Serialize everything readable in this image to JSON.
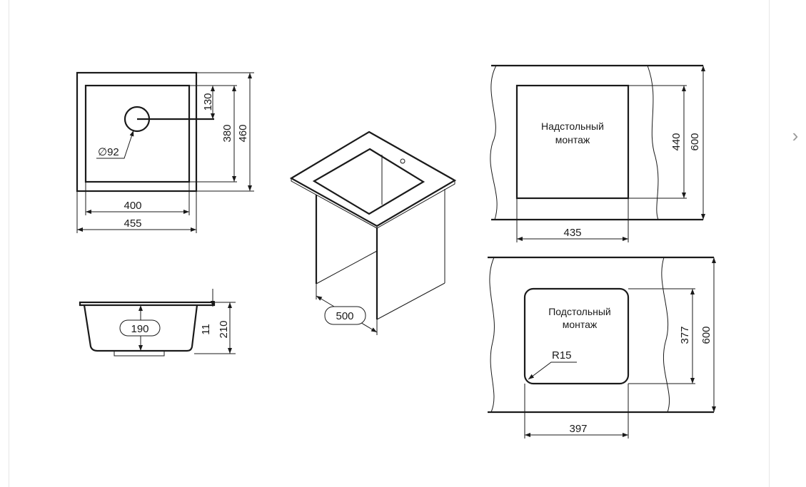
{
  "gallery": {
    "next_icon": "chevron-right-icon",
    "next_glyph": "›"
  },
  "top_view": {
    "hole_diameter": "∅92",
    "dim_hole_offset": "130",
    "dim_inner_depth": "380",
    "dim_outer_depth": "460",
    "dim_inner_width": "400",
    "dim_outer_width": "455"
  },
  "side_view": {
    "dim_bowl_depth": "190",
    "dim_rim": "11",
    "dim_total_height": "210"
  },
  "iso_view": {
    "dim_cabinet": "500"
  },
  "overmount": {
    "label_line1": "Надстольный",
    "label_line2": "монтаж",
    "dim_cutout_depth": "440",
    "dim_counter_depth": "600",
    "dim_cutout_width": "435"
  },
  "undermount": {
    "label_line1": "Подстольный",
    "label_line2": "монтаж",
    "radius": "R15",
    "dim_cutout_depth": "377",
    "dim_counter_depth": "600",
    "dim_cutout_width": "397"
  }
}
